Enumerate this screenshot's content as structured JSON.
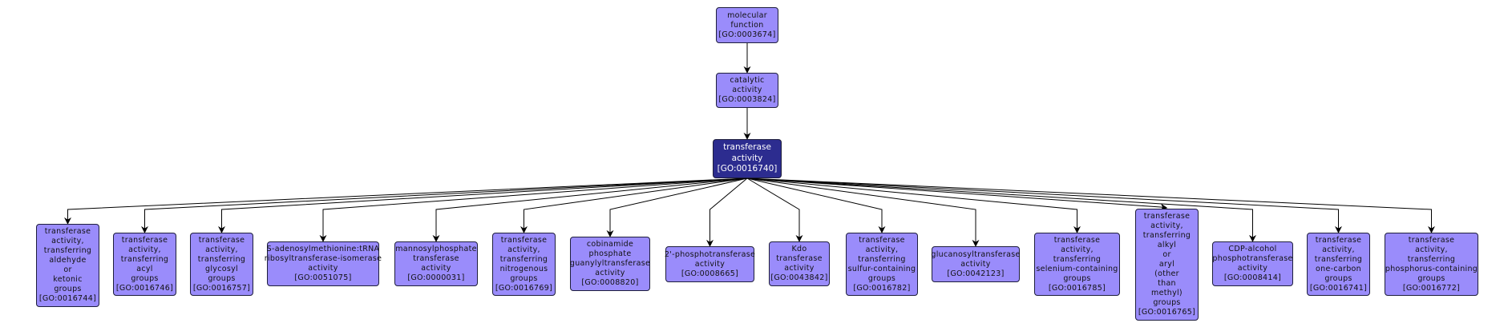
{
  "diagram": {
    "type": "GO term hierarchy",
    "colors": {
      "node_fill": "#9a8cfb",
      "focus_fill": "#2c2c8f",
      "border": "#1e1e3c",
      "edge": "#000000"
    },
    "nodes": [
      {
        "id": "GO:0003674",
        "lines": [
          "molecular",
          "function",
          "[GO:0003674]"
        ],
        "level": 0
      },
      {
        "id": "GO:0003824",
        "lines": [
          "catalytic",
          "activity",
          "[GO:0003824]"
        ],
        "level": 1
      },
      {
        "id": "GO:0016740",
        "lines": [
          "transferase",
          "activity",
          "[GO:0016740]"
        ],
        "level": 2,
        "focus": true
      },
      {
        "id": "GO:0016744",
        "lines": [
          "transferase",
          "activity,",
          "transferring",
          "aldehyde",
          "or",
          "ketonic",
          "groups",
          "[GO:0016744]"
        ],
        "level": 3
      },
      {
        "id": "GO:0016746",
        "lines": [
          "transferase",
          "activity,",
          "transferring",
          "acyl",
          "groups",
          "[GO:0016746]"
        ],
        "level": 3
      },
      {
        "id": "GO:0016757",
        "lines": [
          "transferase",
          "activity,",
          "transferring",
          "glycosyl",
          "groups",
          "[GO:0016757]"
        ],
        "level": 3
      },
      {
        "id": "GO:0051075",
        "lines": [
          "S-adenosylmethionine:tRNA",
          "ribosyltransferase-isomerase",
          "activity",
          "[GO:0051075]"
        ],
        "level": 3
      },
      {
        "id": "GO:0000031",
        "lines": [
          "mannosylphosphate",
          "transferase",
          "activity",
          "[GO:0000031]"
        ],
        "level": 3
      },
      {
        "id": "GO:0016769",
        "lines": [
          "transferase",
          "activity,",
          "transferring",
          "nitrogenous",
          "groups",
          "[GO:0016769]"
        ],
        "level": 3
      },
      {
        "id": "GO:0008820",
        "lines": [
          "cobinamide",
          "phosphate",
          "guanylyltransferase",
          "activity",
          "[GO:0008820]"
        ],
        "level": 3
      },
      {
        "id": "GO:0008665",
        "lines": [
          "2'-phosphotransferase",
          "activity",
          "[GO:0008665]"
        ],
        "level": 3
      },
      {
        "id": "GO:0043842",
        "lines": [
          "Kdo",
          "transferase",
          "activity",
          "[GO:0043842]"
        ],
        "level": 3
      },
      {
        "id": "GO:0016782",
        "lines": [
          "transferase",
          "activity,",
          "transferring",
          "sulfur-containing",
          "groups",
          "[GO:0016782]"
        ],
        "level": 3
      },
      {
        "id": "GO:0042123",
        "lines": [
          "glucanosyltransferase",
          "activity",
          "[GO:0042123]"
        ],
        "level": 3
      },
      {
        "id": "GO:0016785",
        "lines": [
          "transferase",
          "activity,",
          "transferring",
          "selenium-containing",
          "groups",
          "[GO:0016785]"
        ],
        "level": 3
      },
      {
        "id": "GO:0016765",
        "lines": [
          "transferase",
          "activity,",
          "transferring",
          "alkyl",
          "or",
          "aryl",
          "(other",
          "than",
          "methyl)",
          "groups",
          "[GO:0016765]"
        ],
        "level": 3
      },
      {
        "id": "GO:0008414",
        "lines": [
          "CDP-alcohol",
          "phosphotransferase",
          "activity",
          "[GO:0008414]"
        ],
        "level": 3
      },
      {
        "id": "GO:0016741",
        "lines": [
          "transferase",
          "activity,",
          "transferring",
          "one-carbon",
          "groups",
          "[GO:0016741]"
        ],
        "level": 3
      },
      {
        "id": "GO:0016772",
        "lines": [
          "transferase",
          "activity,",
          "transferring",
          "phosphorus-containing",
          "groups",
          "[GO:0016772]"
        ],
        "level": 3
      }
    ],
    "edges": [
      [
        "GO:0003674",
        "GO:0003824"
      ],
      [
        "GO:0003824",
        "GO:0016740"
      ],
      [
        "GO:0016740",
        "GO:0016744"
      ],
      [
        "GO:0016740",
        "GO:0016746"
      ],
      [
        "GO:0016740",
        "GO:0016757"
      ],
      [
        "GO:0016740",
        "GO:0051075"
      ],
      [
        "GO:0016740",
        "GO:0000031"
      ],
      [
        "GO:0016740",
        "GO:0016769"
      ],
      [
        "GO:0016740",
        "GO:0008820"
      ],
      [
        "GO:0016740",
        "GO:0008665"
      ],
      [
        "GO:0016740",
        "GO:0043842"
      ],
      [
        "GO:0016740",
        "GO:0016782"
      ],
      [
        "GO:0016740",
        "GO:0042123"
      ],
      [
        "GO:0016740",
        "GO:0016785"
      ],
      [
        "GO:0016740",
        "GO:0016765"
      ],
      [
        "GO:0016740",
        "GO:0008414"
      ],
      [
        "GO:0016740",
        "GO:0016741"
      ],
      [
        "GO:0016740",
        "GO:0016772"
      ]
    ]
  }
}
